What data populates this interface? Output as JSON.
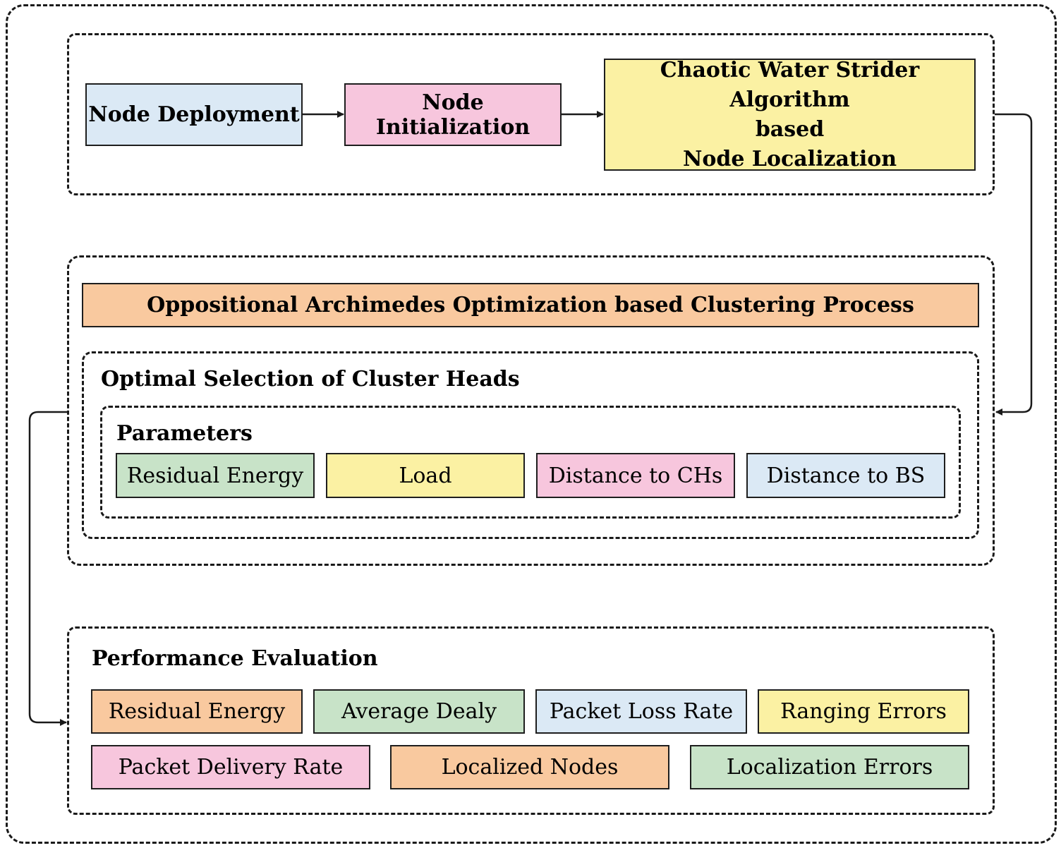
{
  "colors": {
    "blue": "#dbe9f5",
    "pink": "#f7c6dd",
    "yellow": "#fbf1a3",
    "orange": "#f9c99f",
    "green": "#c8e3c8",
    "border": "#1e1e1e"
  },
  "stage1": {
    "node_deployment": "Node Deployment",
    "node_initialization": "Node Initialization",
    "cwsa_line1": "Chaotic Water Strider Algorithm",
    "cwsa_line2": "based",
    "cwsa_line3": "Node Localization"
  },
  "stage2": {
    "header": "Oppositional Archimedes Optimization based Clustering Process",
    "selection_title": "Optimal Selection of Cluster Heads",
    "parameters_title": "Parameters",
    "parameters": [
      "Residual Energy",
      "Load",
      "Distance to CHs",
      "Distance to BS"
    ]
  },
  "stage3": {
    "title": "Performance Evaluation",
    "metrics_row1": [
      "Residual Energy",
      "Average Dealy",
      "Packet Loss Rate",
      "Ranging Errors"
    ],
    "metrics_row2": [
      "Packet Delivery Rate",
      "Localized Nodes",
      "Localization Errors"
    ]
  }
}
